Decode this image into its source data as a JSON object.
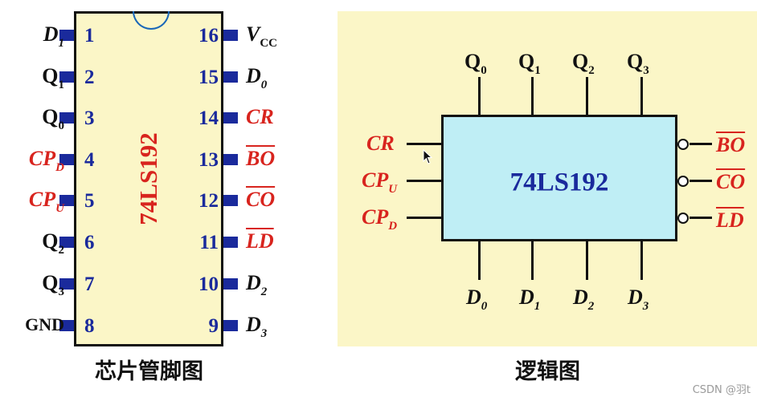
{
  "pin_diagram": {
    "chip_name": "74LS192",
    "caption": "芯片管脚图",
    "left_pins": [
      {
        "num": "1",
        "name": "D",
        "sub": "1"
      },
      {
        "num": "2",
        "name": "Q",
        "sub": "1"
      },
      {
        "num": "3",
        "name": "Q",
        "sub": "0"
      },
      {
        "num": "4",
        "name": "CP",
        "sub": "D"
      },
      {
        "num": "5",
        "name": "CP",
        "sub": "U"
      },
      {
        "num": "6",
        "name": "Q",
        "sub": "2"
      },
      {
        "num": "7",
        "name": "Q",
        "sub": "3"
      },
      {
        "num": "8",
        "name": "GND",
        "sub": ""
      }
    ],
    "right_pins": [
      {
        "num": "16",
        "name": "V",
        "sub": "CC"
      },
      {
        "num": "15",
        "name": "D",
        "sub": "0"
      },
      {
        "num": "14",
        "name": "CR",
        "sub": ""
      },
      {
        "num": "13",
        "name": "BO",
        "sub": ""
      },
      {
        "num": "12",
        "name": "CO",
        "sub": ""
      },
      {
        "num": "11",
        "name": "LD",
        "sub": ""
      },
      {
        "num": "10",
        "name": "D",
        "sub": "2"
      },
      {
        "num": "9",
        "name": "D",
        "sub": "3"
      }
    ]
  },
  "logic_diagram": {
    "chip_name": "74LS192",
    "caption": "逻辑图",
    "top_outputs": [
      {
        "name": "Q",
        "sub": "0"
      },
      {
        "name": "Q",
        "sub": "1"
      },
      {
        "name": "Q",
        "sub": "2"
      },
      {
        "name": "Q",
        "sub": "3"
      }
    ],
    "left_inputs": [
      {
        "name": "CR",
        "sub": ""
      },
      {
        "name": "CP",
        "sub": "U"
      },
      {
        "name": "CP",
        "sub": "D"
      }
    ],
    "right_outputs": [
      {
        "name": "BO"
      },
      {
        "name": "CO"
      },
      {
        "name": "LD"
      }
    ],
    "bottom_inputs": [
      {
        "name": "D",
        "sub": "0"
      },
      {
        "name": "D",
        "sub": "1"
      },
      {
        "name": "D",
        "sub": "2"
      },
      {
        "name": "D",
        "sub": "3"
      }
    ]
  },
  "watermark": "CSDN @羽t",
  "colors": {
    "panel_bg": "#fbf6c7",
    "logic_box_fill": "#bfeef5",
    "pin_blue": "#1a2a9c",
    "signal_red": "#d8241e",
    "notch_blue": "#1a67b8"
  }
}
